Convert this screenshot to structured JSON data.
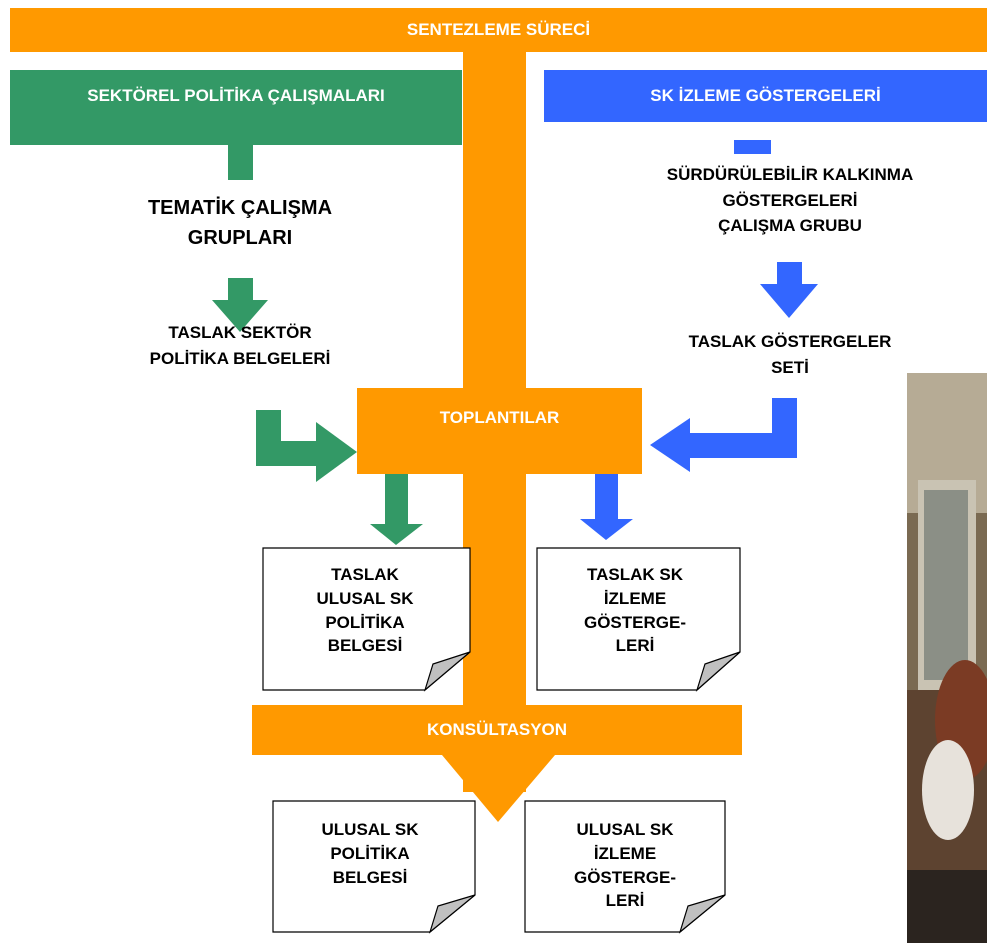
{
  "colors": {
    "orange": "#FF9900",
    "green": "#339966",
    "blue": "#3366FF",
    "page_fold": "#C0C0C0"
  },
  "header": {
    "title": "SENTEZLEME SÜRECİ"
  },
  "left": {
    "banner": "SEKTÖREL POLİTİKA ÇALIŞMALARI",
    "step1": [
      "TEMATİK ÇALIŞMA",
      "GRUPLARI"
    ],
    "step2": [
      "TASLAK SEKTÖR",
      "POLİTİKA BELGELERİ"
    ]
  },
  "right": {
    "banner": "SK  İZLEME GÖSTERGELERİ",
    "step1": [
      "SÜRDÜRÜLEBİLİR KALKINMA",
      "GÖSTERGELERİ",
      "ÇALIŞMA GRUBU"
    ],
    "step2": [
      "TASLAK GÖSTERGELER",
      "SETİ"
    ]
  },
  "meetings": {
    "label": "TOPLANTILAR"
  },
  "draft_docs": {
    "left": [
      "TASLAK",
      "ULUSAL SK",
      "POLİTİKA",
      "BELGESİ"
    ],
    "right": [
      "TASLAK SK",
      "İZLEME",
      "GÖSTERGE-",
      "LERİ"
    ]
  },
  "consultation": {
    "label": "KONSÜLTASYON"
  },
  "final_docs": {
    "left": [
      "ULUSAL SK",
      "POLİTİKA",
      "BELGESİ"
    ],
    "right": [
      "ULUSAL SK",
      "İZLEME",
      "GÖSTERGE-",
      "LERİ"
    ]
  },
  "photo": {
    "description_icon": "photo-icon"
  }
}
